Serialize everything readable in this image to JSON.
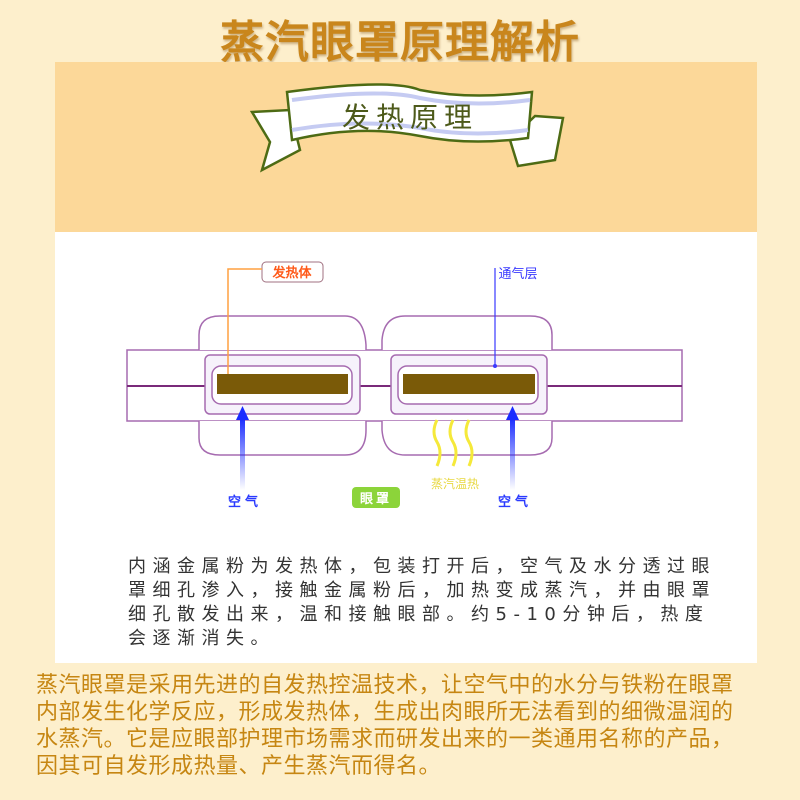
{
  "title": "蒸汽眼罩原理解析",
  "ribbon_label": "发热原理",
  "diagram": {
    "heater_label": "发热体",
    "vent_layer_label": "通气层",
    "steam_label": "蒸汽温热",
    "eye_mask_badge": "眼罩",
    "air_label_left": "空气",
    "air_label_right": "空气"
  },
  "description_lines": [
    "内涵金属粉为发热体，包装打开后，空气及水分透过眼",
    "罩细孔渗入，接触金属粉后，加热变成蒸汽，并由眼罩",
    "细孔散发出来，温和接触眼部。约5-10分钟后，热度",
    "会逐渐消失。"
  ],
  "summary_lines": [
    "蒸汽眼罩是采用先进的自发热控温技术，让空气中的水分与铁粉在眼罩",
    "内部发生化学反应，形成发热体，生成出肉眼所无法看到的细微温润的",
    "水蒸汽。它是应眼部护理市场需求而研发出来的一类通用名称的产品，",
    "因其可自发形成热量、产生蒸汽而得名。"
  ],
  "colors": {
    "title": "#c9861c",
    "summary": "#c68612",
    "heater": "#7a5a08",
    "outline": "#9b5aa3",
    "air_arrow": "#1a2cff",
    "steam": "#f5e93a",
    "badge": "#8cd43a"
  }
}
